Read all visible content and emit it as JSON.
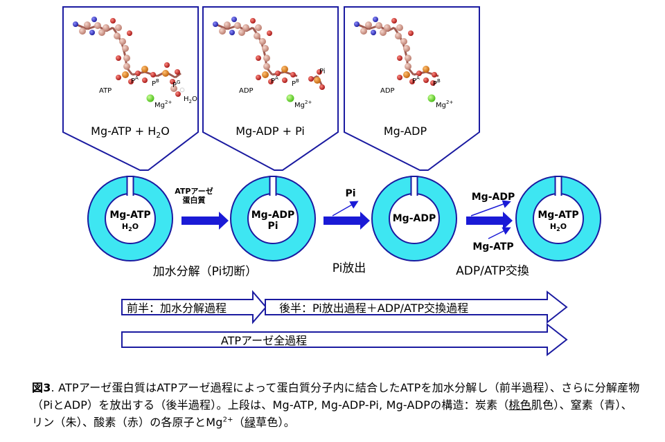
{
  "panels": [
    {
      "molecule": "ATP",
      "phosphate_labels": [
        "P",
        "P",
        "P"
      ],
      "phosphate_sups": [
        "A",
        "B",
        "G"
      ],
      "mg_label": "Mg",
      "mg_sup": "2+",
      "water_label": "H",
      "water_sub": "2",
      "water_tail": "O",
      "state_label": "Mg-ATP + H",
      "state_sub": "2",
      "state_tail": "O"
    },
    {
      "molecule": "ADP",
      "phosphate_labels": [
        "P",
        "P"
      ],
      "phosphate_sups": [
        "A",
        "B"
      ],
      "pi_label": "Pi",
      "mg_label": "Mg",
      "mg_sup": "2+",
      "state_label": "Mg-ADP + Pi"
    },
    {
      "molecule": "ADP",
      "phosphate_labels": [
        "P",
        "P"
      ],
      "phosphate_sups": [
        "A",
        "B"
      ],
      "mg_label": "Mg",
      "mg_sup": "2+",
      "state_label": "Mg-ADP"
    }
  ],
  "rings": [
    {
      "line1": "Mg-ATP",
      "line2": "H",
      "line2_sub": "2",
      "line2_tail": "O"
    },
    {
      "line1": "Mg-ADP",
      "line2": "Pi"
    },
    {
      "line1": "Mg-ADP"
    },
    {
      "line1": "Mg-ATP",
      "line2": "H",
      "line2_sub": "2",
      "line2_tail": "O"
    }
  ],
  "arrows": {
    "enzyme_line1": "ATPアーゼ",
    "enzyme_line2": "蛋白質",
    "pi_release": "Pi",
    "exchange_out": "Mg-ADP",
    "exchange_in": "Mg-ATP"
  },
  "steps": [
    "加水分解（Pi切断）",
    "Pi放出",
    "ADP/ATP交換"
  ],
  "phases": {
    "first_half": "前半：加水分解過程",
    "second_half": "後半：Pi放出過程＋ADP/ATP交換過程",
    "whole": "ATPアーゼ全過程"
  },
  "caption": {
    "fig_label": "図3",
    "text_a": ". ATPアーゼ蛋白質はATPアーゼ過程によって蛋白質分子内に結合したATPを加水分解し（前半過程）、さらに分解産物（PiとADP）を放出する（後半過程）。上段は、Mg-ATP, Mg-ADP-Pi, Mg-ADPの構造：炭素（",
    "peach": "桃色",
    "text_b": "肌色）、窒素（青）、リン（朱）、酸素（赤）の各原子とMg",
    "mg_sup": "2+",
    "text_c": "（",
    "green": "緑",
    "text_d": "草色）。"
  },
  "colors": {
    "ring": "#3ee6f2",
    "outline": "#1a1aa0",
    "arrow": "#1a1ad6",
    "carbon": "#d89a8c",
    "nitrogen": "#2c2cc8",
    "phosphorus": "#e07a10",
    "oxygen": "#cc2020",
    "magnesium": "#66dd22"
  }
}
